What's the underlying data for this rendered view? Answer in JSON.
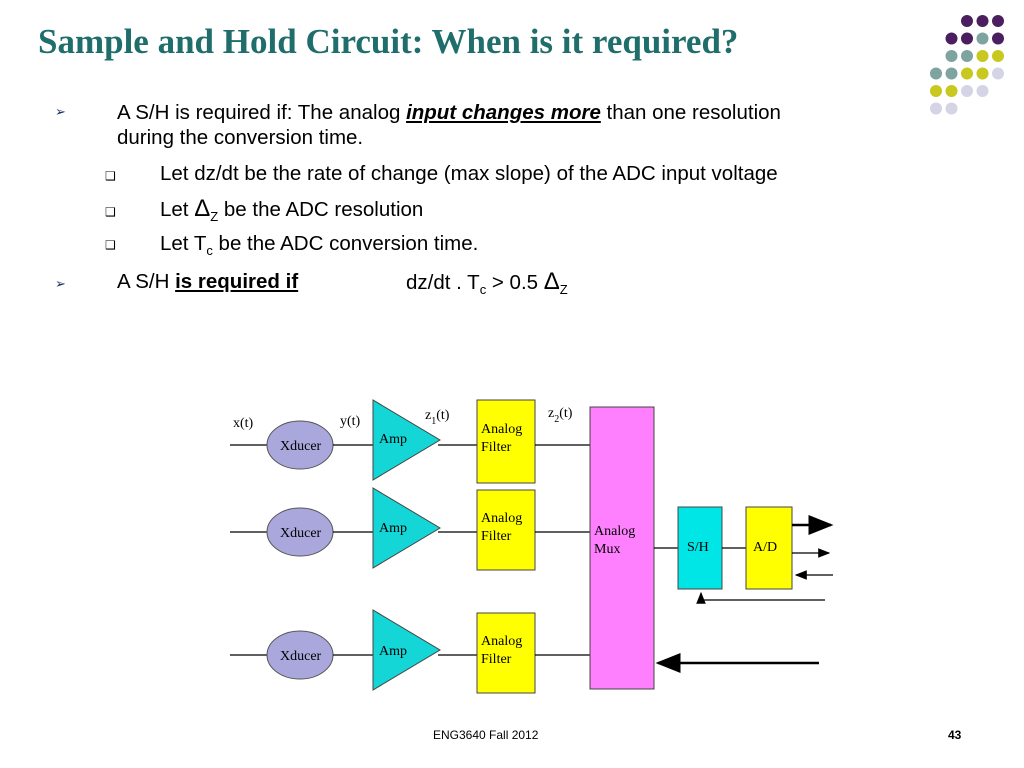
{
  "title": "Sample and Hold Circuit: When is it required?",
  "bullets": {
    "b1_pre": "A S/H is required if:  The analog ",
    "b1_emph": "input changes more",
    "b1_post": " than one resolution",
    "b1_line2": "during the conversion time.",
    "s1": "Let dz/dt be the rate of change (max slope) of the ADC input voltage",
    "s2_pre": "Let ",
    "s2_delta": "Δ",
    "s2_sub": "Z",
    "s2_post": " be the ADC resolution",
    "s3_pre": "Let T",
    "s3_sub": "c",
    "s3_post": " be the ADC conversion time.",
    "b2_pre": "A S/H ",
    "b2_req": "is required if",
    "b2_expr_pre": "dz/dt . T",
    "b2_expr_sub": "c",
    "b2_expr_mid": " > 0.5 ",
    "b2_delta": "Δ",
    "b2_delta_sub": "Z"
  },
  "diagram": {
    "x_label": "x(t)",
    "y_label": "y(t)",
    "z1_label": "z",
    "z1_sub": "1",
    "z1_tail": "(t)",
    "z2_label": "z",
    "z2_sub": "2",
    "z2_tail": "(t)",
    "xducer": "Xducer",
    "amp": "Amp",
    "filter_line1": "Analog",
    "filter_line2": "Filter",
    "mux_line1": "Analog",
    "mux_line2": "Mux",
    "sh": "S/H",
    "ad": "A/D",
    "colors": {
      "xducer": "#aaa7dc",
      "amp": "#14d6d6",
      "filter": "#ffff00",
      "mux": "#ff80ff",
      "sh": "#00e5e5",
      "ad": "#ffff00"
    }
  },
  "footer": {
    "course": "ENG3640 Fall 2012",
    "page": "43"
  },
  "decor": {
    "dot_colors": [
      "#4b1f5f",
      "#7fa3a0",
      "#c8c81e",
      "#d4d4e6"
    ]
  }
}
